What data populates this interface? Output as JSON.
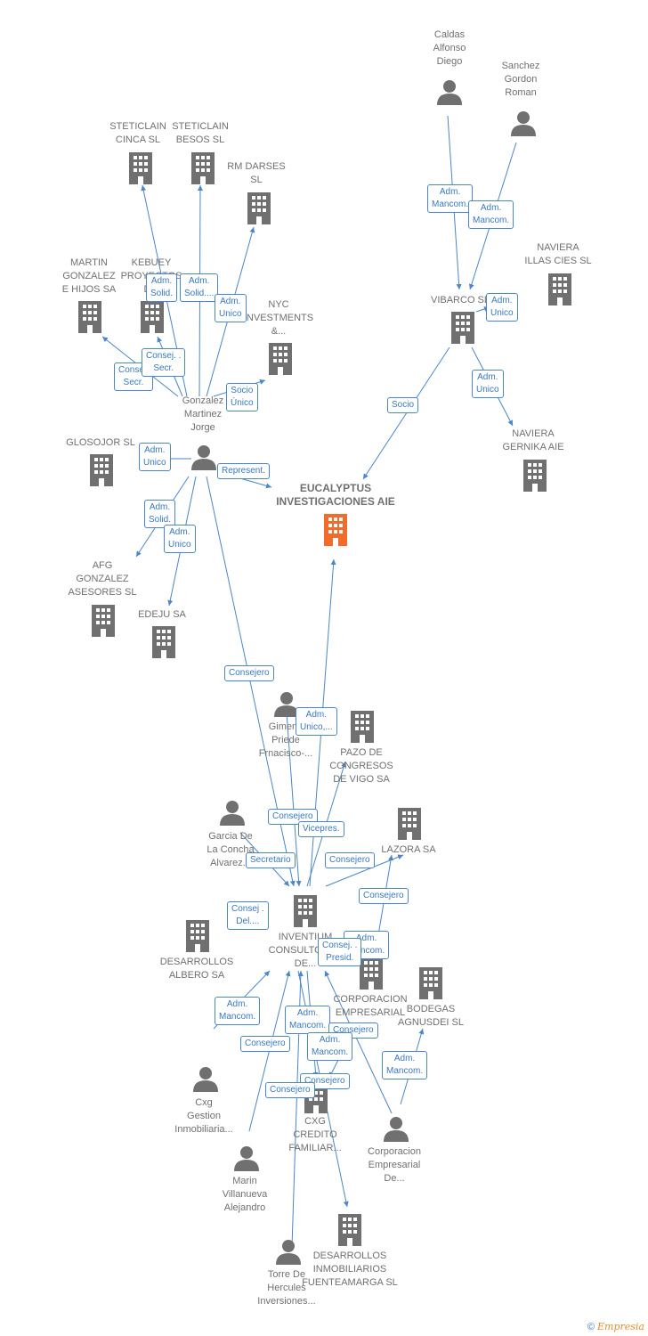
{
  "focus": {
    "label": "EUCALYPTUS\nINVESTIGACIONES AIE"
  },
  "nodes": {
    "caldas": "Caldas\nAlfonso\nDiego",
    "sanchez": "Sanchez\nGordon\nRoman",
    "steticlain_cinca": "STETICLAIN\nCINCA  SL",
    "steticlain_besos": "STETICLAIN\nBESOS  SL",
    "rm_darses": "RM DARSES\nSL",
    "martin_gonzalez": "MARTIN\nGONZALEZ\nE HIJOS SA",
    "kebuey": "KEBUEY\nPROYECTOS\nD...",
    "nyc": "NYC\nINVESTMENTS\n&...",
    "vibarco": "VIBARCO SL",
    "naviera_illas": "NAVIERA\nILLAS CIES  SL",
    "naviera_gernika": "NAVIERA\nGERNIKA  AIE",
    "gonzalez_martinez": "Gonzalez\nMartinez\nJorge",
    "glosojor": "GLOSOJOR  SL",
    "afg": "AFG\nGONZALEZ\nASESORES  SL",
    "edeju": "EDEJU SA",
    "gimeno": "Gimeno\nPriede\nFrnacisco-...",
    "pazo": "PAZO DE\nCONGRESOS\nDE VIGO SA",
    "garcia": "Garcia De\nLa Concha\nAlvarez...",
    "lazora": "LAZORA SA",
    "inventium": "INVENTIUM\nCONSULTORES\nDE...",
    "desarrollos_albero": "DESARROLLOS\nALBERO SA",
    "corporacion_empresarial_co": "CORPORACION\nEMPRESARIAL\n...",
    "bodegas": "BODEGAS\nAGNUSDEI SL",
    "cxg_gestion": "Cxg\nGestion\nInmobiliaria...",
    "cxg_credito": "CXG\nCREDITO\nFAMILIAR...",
    "corporacion_empresarial_person": "Corporacion\nEmpresarial\nDe...",
    "marin": "Marin\nVillanueva\nAlejandro",
    "desarrollos_fuenteamarga": "DESARROLLOS\nINMOBILIARIOS\nFUENTEAMARGA SL",
    "torre": "Torre De\nHercules\nInversiones..."
  },
  "relations": {
    "r1": "Adm.\nMancom.",
    "r2": "Adm.\nMancom.",
    "r3": "Adm.\nUnico",
    "r4": "Adm.\nSolid.",
    "r5": "Adm.\nSolid....",
    "r6": "Adm.\nUnico",
    "r7": "Consej.\nSecr.",
    "r8": "Consej. .\nSecr.",
    "r9": "Socio\nÚnico",
    "r10": "Socio",
    "r11": "Adm.\nUnico",
    "r12": "Adm.\nUnico",
    "r13": "Represent.",
    "r14": "Adm.\nSolid.",
    "r15": "Adm.\nUnico",
    "r16": "Consejero",
    "r17": "Adm.\nUnico,...",
    "r18": "Consejero",
    "r19": "Vicepres.",
    "r20": "Secretario",
    "r21": "Consejero",
    "r22": "Consejero",
    "r23": "Consej .\nDel....",
    "r24": "Adm.\nMancom.",
    "r25": "Consej. .\nPresid.",
    "r26": "Adm.\nMancom.",
    "r27": "Adm.\nMancom.",
    "r28": "Consejero",
    "r29": "Adm.\nMancom.",
    "r30": "Consejero",
    "r31": "Adm.\nMancom.",
    "r32": "Consejero",
    "r33": "Consejero"
  },
  "footer": {
    "copyright": "©",
    "brand": "Empresia"
  },
  "colors": {
    "node": "#707070",
    "focus": "#f26b2a",
    "edge": "#4a86c8"
  }
}
